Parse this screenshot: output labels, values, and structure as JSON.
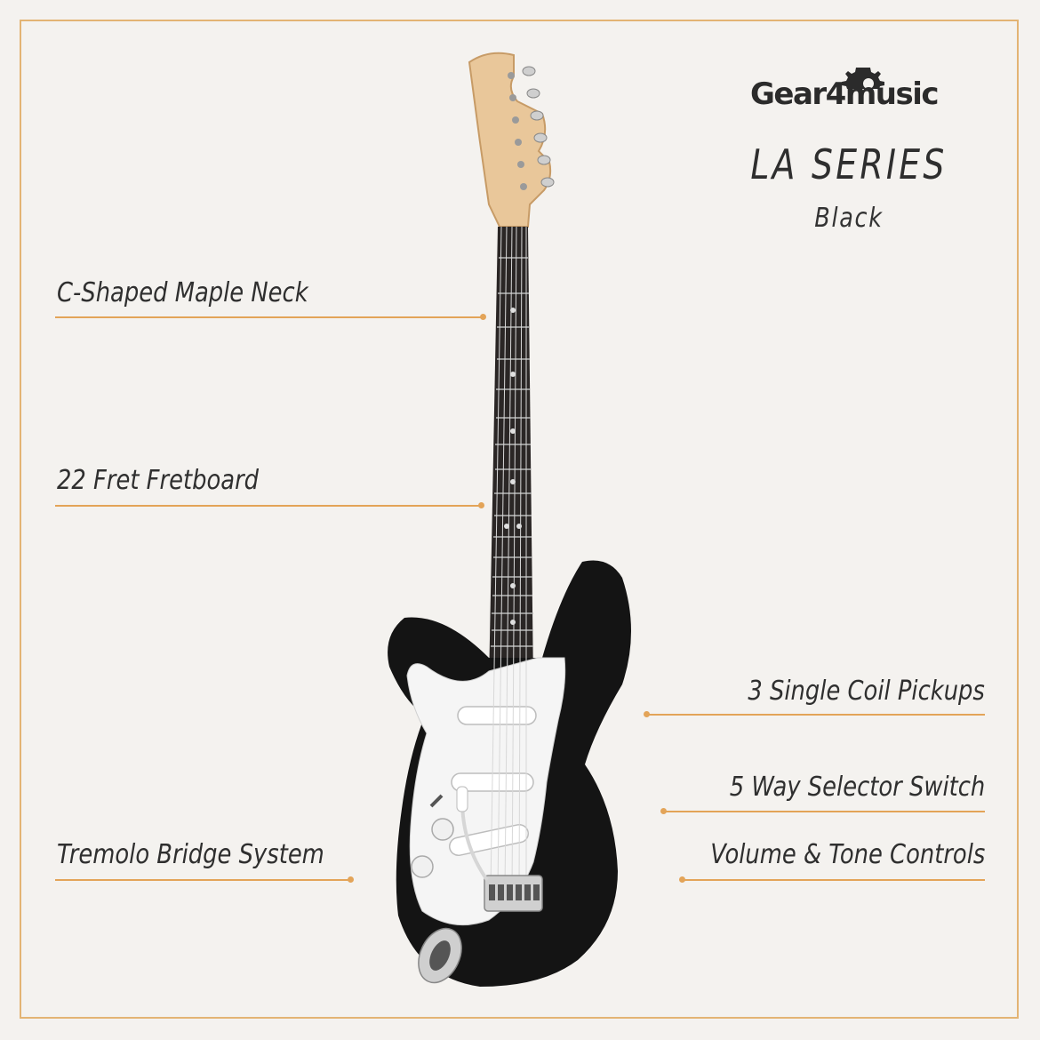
{
  "brand": {
    "logo_text": "Gear4music",
    "series": "LA SERIES",
    "color": "Black"
  },
  "features": {
    "neck": "C-Shaped Maple Neck",
    "fretboard": "22 Fret Fretboard",
    "bridge": "Tremolo Bridge System",
    "pickups": "3 Single Coil Pickups",
    "switch": "5 Way Selector Switch",
    "controls": "Volume & Tone Controls"
  },
  "colors": {
    "accent": "#e3a458",
    "background": "#f4f2ef",
    "body": "#141414",
    "pickguard": "#f5f5f5",
    "headstock": "#e9c79a",
    "fretboard": "#2a2625"
  },
  "image": {
    "subject": "left-handed electric guitar"
  }
}
